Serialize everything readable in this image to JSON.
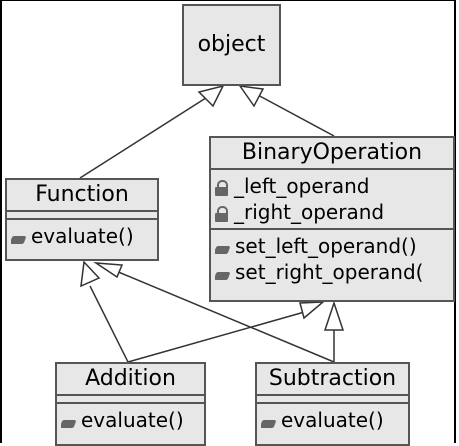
{
  "classes": {
    "object": {
      "name": "object"
    },
    "binary_operation": {
      "name": "BinaryOperation",
      "attributes": [
        "_left_operand",
        "_right_operand"
      ],
      "methods": [
        "set_left_operand()",
        "set_right_operand("
      ]
    },
    "function": {
      "name": "Function",
      "methods": [
        "evaluate()"
      ]
    },
    "addition": {
      "name": "Addition",
      "methods": [
        "evaluate()"
      ]
    },
    "subtraction": {
      "name": "Subtraction",
      "methods": [
        "evaluate()"
      ]
    }
  },
  "relationships": [
    {
      "type": "generalization",
      "from": "Function",
      "to": "object"
    },
    {
      "type": "generalization",
      "from": "BinaryOperation",
      "to": "object"
    },
    {
      "type": "generalization",
      "from": "Addition",
      "to": "Function"
    },
    {
      "type": "generalization",
      "from": "Subtraction",
      "to": "Function"
    },
    {
      "type": "generalization",
      "from": "Addition",
      "to": "BinaryOperation"
    },
    {
      "type": "generalization",
      "from": "Subtraction",
      "to": "BinaryOperation"
    }
  ],
  "icons": {
    "attribute": "lock-icon",
    "method": "method-icon"
  },
  "colors": {
    "box_fill": "#e7e7e7",
    "box_border": "#555555",
    "line": "#333333"
  }
}
